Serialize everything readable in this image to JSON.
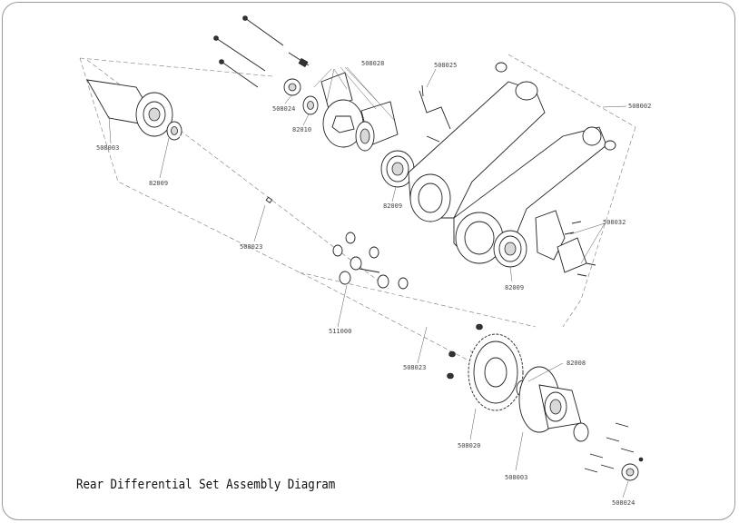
{
  "title": "Rear Differential Set Assembly Diagram",
  "part_labels": {
    "p508028": "508028",
    "p508025": "508025",
    "p508024_top": "508024",
    "p82010": "82010",
    "p508003_left": "508003",
    "p82009_left": "82009",
    "p82009_mid": "82009",
    "p508002": "508002",
    "p508032": "508032",
    "p82009_right": "82009",
    "p508023_top": "508023",
    "p511000": "511000",
    "p508023_bottom": "508023",
    "p82008": "82008",
    "p508020": "508020",
    "p508003_bottom": "508003",
    "p508024_bottom": "508024"
  }
}
